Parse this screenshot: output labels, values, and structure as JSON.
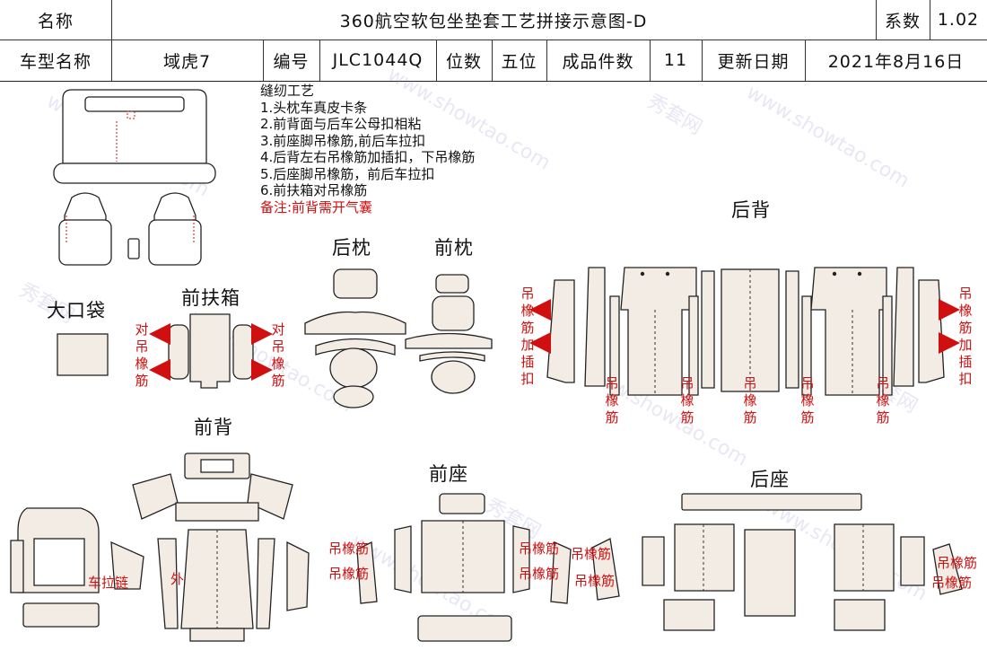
{
  "header": {
    "name_label": "名称",
    "title": "360航空软包坐垫套工艺拼接示意图-D",
    "coef_label": "系数",
    "coef_value": "1.02",
    "model_label": "车型名称",
    "model_value": "域虎7",
    "code_label": "编号",
    "code_value": "JLC1044Q",
    "seats_label": "位数",
    "seats_value": "五位",
    "pieces_label": "成品件数",
    "pieces_value": "11",
    "date_label": "更新日期",
    "date_value": "2021年8月16日"
  },
  "notes": {
    "title": "缝纫工艺",
    "items": [
      "1.头枕车真皮卡条",
      "2.前背面与后车公母扣相粘",
      "3.前座脚吊橡筋,前后车拉扣",
      "4.后背左右吊橡筋加插扣，下吊橡筋",
      "5.后座脚吊橡筋，前后车拉扣",
      "6.前扶箱对吊橡筋"
    ],
    "remark": "备注:前背需开气囊"
  },
  "sections": {
    "big_pocket": "大口袋",
    "front_armrest": "前扶箱",
    "rear_headrest": "后枕",
    "front_headrest": "前枕",
    "rear_back": "后背",
    "front_back": "前背",
    "front_seat": "前座",
    "rear_seat": "后座"
  },
  "annotations": {
    "pair_elastic": "对吊橡筋",
    "elastic_buckle": "吊橡筋加插扣",
    "elastic": "吊橡筋",
    "zipper": "车拉链",
    "outer": "外"
  },
  "watermark": {
    "text": "秀套网",
    "url": "www.showtao.com"
  }
}
